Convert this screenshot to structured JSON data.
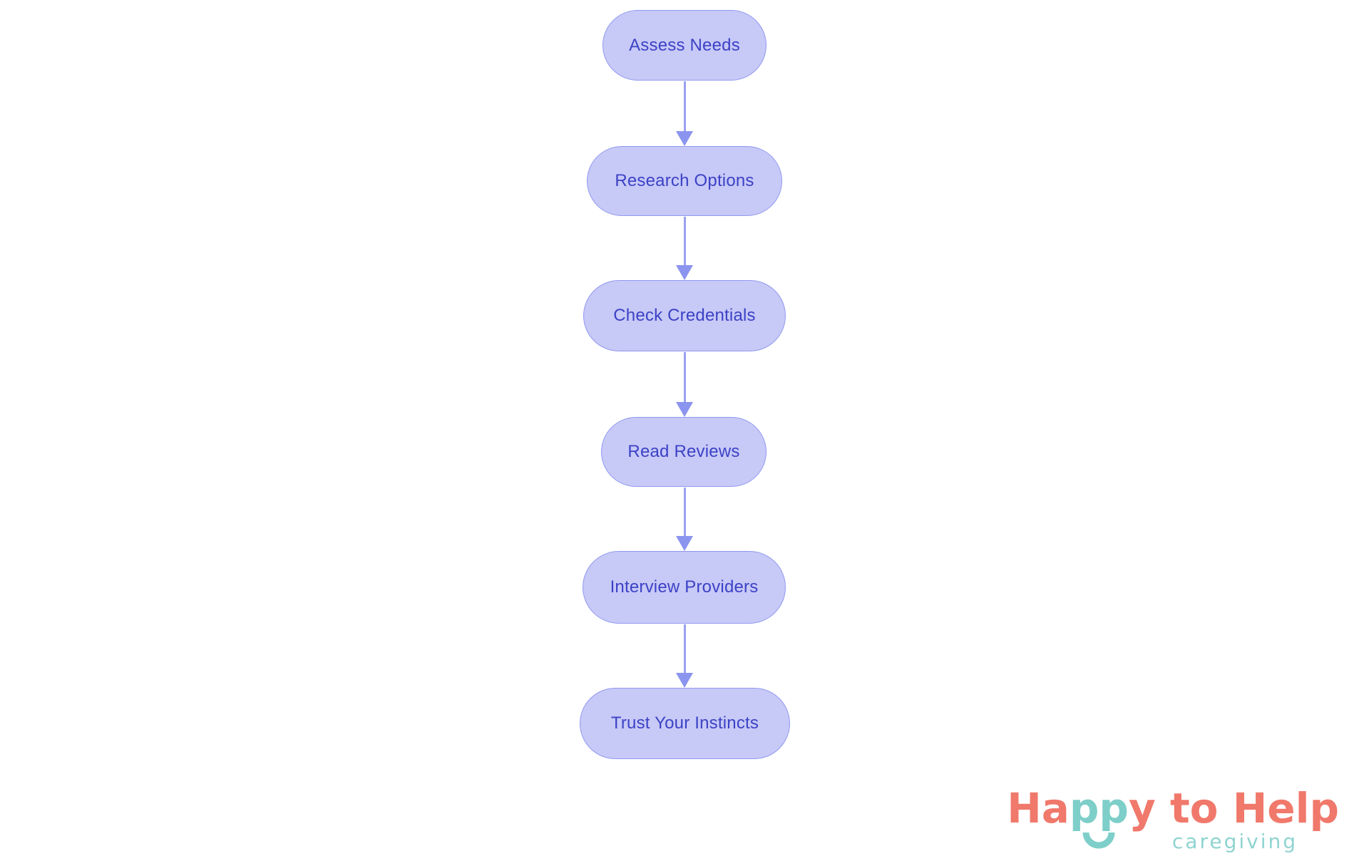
{
  "flowchart": {
    "type": "flowchart",
    "direction": "top-down",
    "nodes": [
      {
        "label": "Assess Needs"
      },
      {
        "label": "Research Options"
      },
      {
        "label": "Check Credentials"
      },
      {
        "label": "Read Reviews"
      },
      {
        "label": "Interview Providers"
      },
      {
        "label": "Trust Your Instincts"
      }
    ],
    "edges": [
      {
        "from": "Assess Needs",
        "to": "Research Options"
      },
      {
        "from": "Research Options",
        "to": "Check Credentials"
      },
      {
        "from": "Check Credentials",
        "to": "Read Reviews"
      },
      {
        "from": "Read Reviews",
        "to": "Interview Providers"
      },
      {
        "from": "Interview Providers",
        "to": "Trust Your Instincts"
      }
    ],
    "colors": {
      "node_fill": "#c7c9f7",
      "node_border": "#9199ef",
      "node_text": "#3c42c5",
      "arrow": "#99a0f1",
      "arrow_head": "#8b94ee"
    }
  },
  "logo": {
    "wordmark_part1": "Ha",
    "wordmark_part2": "pp",
    "wordmark_part3": "y to Help",
    "subtitle": "caregiving",
    "colors": {
      "coral": "#f0796b",
      "teal": "#7ecec9",
      "subtitle_teal": "#8fd4d0"
    }
  }
}
